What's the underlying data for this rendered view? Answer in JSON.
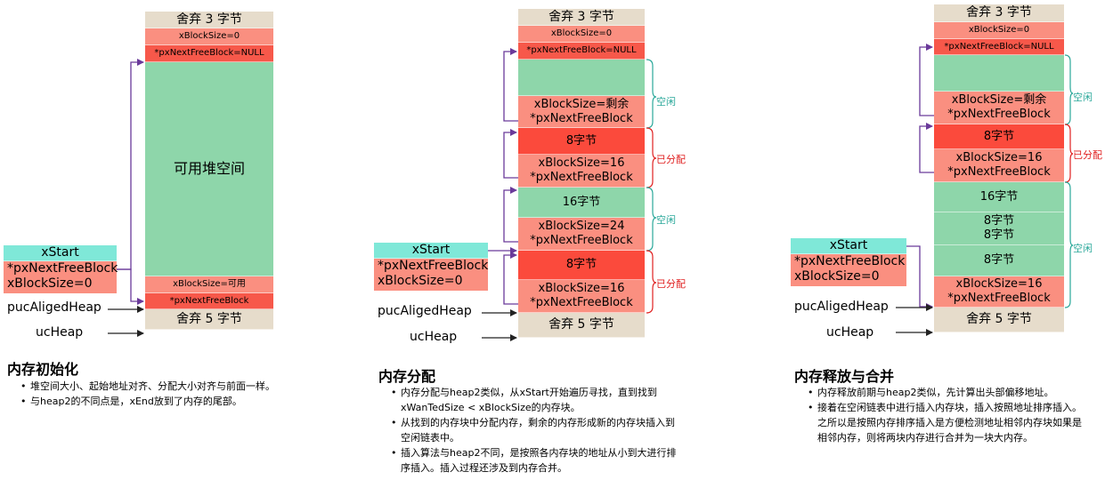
{
  "panel1": {
    "heap": {
      "discard_top": "舍弃 3 字节",
      "header_size": "xBlockSize=0",
      "header_next": "*pxNextFreeBlock=NULL",
      "free_space": "可用堆空间",
      "end_size": "xBlockSize=可用",
      "end_next": "*pxNextFreeBlock",
      "discard_bottom": "舍弃 5 字节"
    },
    "xstart": {
      "title": "xStart",
      "next": "*pxNextFreeBlock",
      "size": "xBlockSize=0"
    },
    "puc_aliged_heap": "pucAligedHeap",
    "uc_heap": "ucHeap",
    "heading": "内存初始化",
    "notes": [
      "堆空间大小、起始地址对齐、分配大小对齐与前面一样。",
      "与heap2的不同点是，xEnd放到了内存的尾部。"
    ]
  },
  "panel2": {
    "heap": {
      "discard_top": "舍弃 3 字节",
      "header_size": "xBlockSize=0",
      "header_next": "*pxNextFreeBlock=NULL",
      "b1_size": "xBlockSize=剩余",
      "b1_next": "*pxNextFreeBlock",
      "b2_data": "8字节",
      "b2_size": "xBlockSize=16",
      "b2_next": "*pxNextFreeBlock",
      "b3_data": "16字节",
      "b3_size": "xBlockSize=24",
      "b3_next": "*pxNextFreeBlock",
      "b4_data": "8字节",
      "b4_size": "xBlockSize=16",
      "b4_next": "*pxNextFreeBlock",
      "discard_bottom": "舍弃 5 字节"
    },
    "braces": [
      "空闲",
      "已分配",
      "空闲",
      "已分配"
    ],
    "xstart": {
      "title": "xStart",
      "next": "*pxNextFreeBlock",
      "size": "xBlockSize=0"
    },
    "puc_aliged_heap": "pucAligedHeap",
    "uc_heap": "ucHeap",
    "heading": "内存分配",
    "notes": [
      "内存分配与heap2类似，从xStart开始遍历寻找，直到找到 xWanTedSize < xBlockSize的内存块。",
      "从找到的内存块中分配内存，剩余的内存形成新的内存块插入到空闲链表中。",
      "插入算法与heap2不同，是按照各内存块的地址从小到大进行排序插入。插入过程还涉及到内存合并。"
    ]
  },
  "panel3": {
    "heap": {
      "discard_top": "舍弃 3 字节",
      "header_size": "xBlockSize=0",
      "header_next": "*pxNextFreeBlock=NULL",
      "b1_size": "xBlockSize=剩余",
      "b1_next": "*pxNextFreeBlock",
      "b2_data": "8字节",
      "b2_size": "xBlockSize=16",
      "b2_next": "*pxNextFreeBlock",
      "b3_data1": "16字节",
      "b3_data2a": "8字节",
      "b3_data2b": "8字节",
      "b3_data3": "8字节",
      "b3_size": "xBlockSize=16",
      "b3_next": "*pxNextFreeBlock",
      "discard_bottom": "舍弃 5 字节"
    },
    "braces": [
      "空闲",
      "已分配",
      "空闲"
    ],
    "xstart": {
      "title": "xStart",
      "next": "*pxNextFreeBlock",
      "size": "xBlockSize=0"
    },
    "puc_aliged_heap": "pucAligedHeap",
    "uc_heap": "ucHeap",
    "heading": "内存释放与合并",
    "notes": [
      "内存释放前期与heap2类似，先计算出头部偏移地址。",
      "接着在空闲链表中进行插入内存块，插入按照地址排序插入。之所以是按照内存排序插入是方便检测地址相邻内存块如果是相邻内存，则将两块内存进行合并为一块大内存。"
    ]
  },
  "colors": {
    "free": "#8ed6aa",
    "header": "#fa8f80",
    "pointer": "#f7584a",
    "allocated": "#fb4a3c",
    "discard": "#e6dccb",
    "list_head": "#7fe8d8",
    "free_brace": "#2aa89a",
    "alloc_brace": "#e02020",
    "link_arrow": "#6a3a9a"
  }
}
